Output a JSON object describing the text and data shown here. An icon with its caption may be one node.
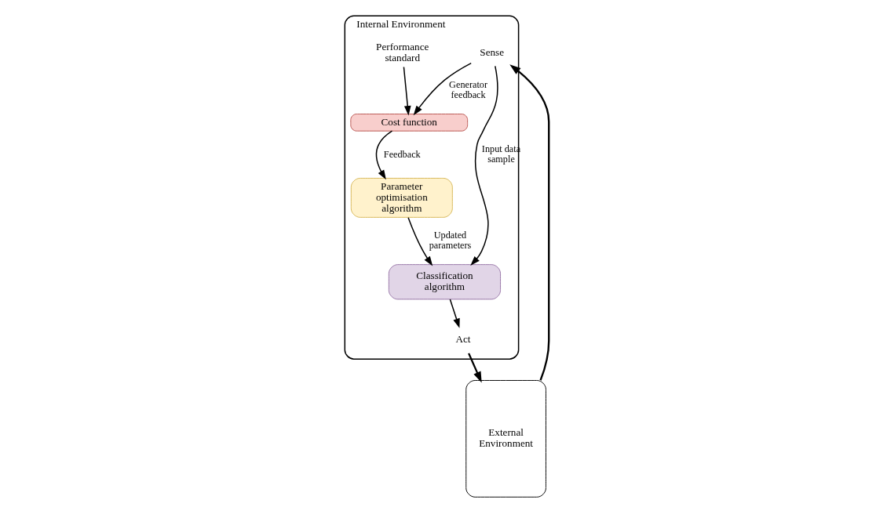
{
  "diagram": {
    "nodes": [
      {
        "text": [
          "Internal Environment"
        ]
      },
      {
        "text": [
          "Sense"
        ],
        "in": 0
      },
      {
        "text": [
          "Performance standard"
        ],
        "in": 0
      },
      {
        "text": [
          "Cost function"
        ],
        "in": 0
      },
      {
        "text": [
          "Parameter optimisation algorithm"
        ],
        "in": 0
      },
      {
        "text": [
          "Classification algorithm"
        ],
        "in": 0
      },
      {
        "text": [
          "Act"
        ],
        "in": 0
      },
      {
        "text": [
          "External Environment"
        ]
      }
    ],
    "edges": [
      {
        "from": 7,
        "to": 1,
        "arrow": "to"
      },
      {
        "from": 2,
        "to": 3,
        "arrow": "to"
      },
      {
        "from": 1,
        "to": 3,
        "arrow": "to",
        "label": "Generator feedback"
      },
      {
        "from": 1,
        "to": 5,
        "arrow": "to",
        "label": "Input data sample"
      },
      {
        "from": 3,
        "to": 4,
        "arrow": "to",
        "label": "Feedback"
      },
      {
        "from": 4,
        "to": 5,
        "arrow": "to",
        "label": "Updated parameters"
      },
      {
        "from": 5,
        "to": 6,
        "arrow": "to"
      },
      {
        "from": 6,
        "to": 7,
        "arrow": "to"
      }
    ]
  }
}
